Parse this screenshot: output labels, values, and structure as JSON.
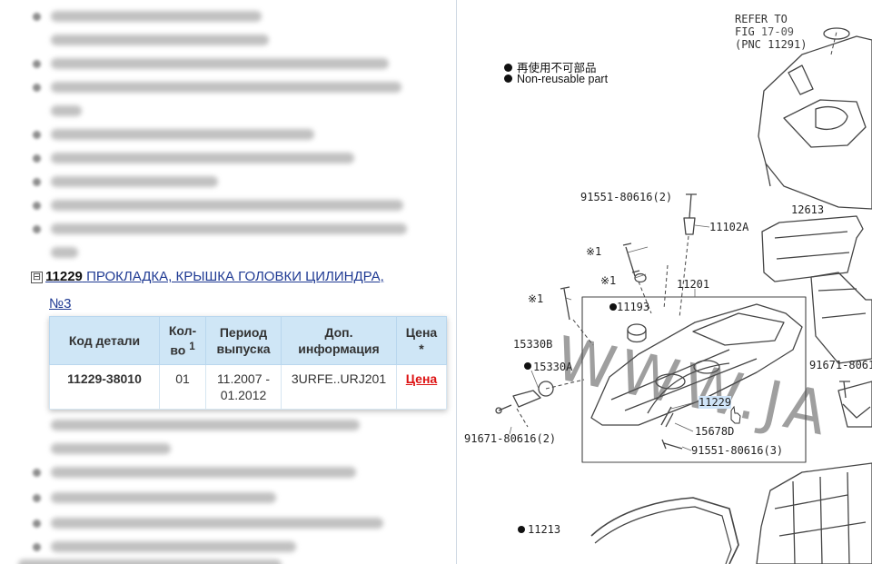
{
  "tree": {
    "toggle": "⊟",
    "part_number": "11229",
    "part_title": "ПРОКЛАДКА, КРЫШКА ГОЛОВКИ ЦИЛИНДРА,",
    "part_suffix": "№3"
  },
  "table": {
    "headers": [
      "Код детали",
      "Кол-во",
      "Период выпуска",
      "Доп. информация",
      "Цена *"
    ],
    "qty_sup": "1",
    "row": {
      "code": "11229-38010",
      "qty": "01",
      "period": "11.2007 - 01.2012",
      "info": "3URFE..URJ201",
      "price": "Цена"
    }
  },
  "diagram": {
    "refer_line1": "REFER TO",
    "refer_line2_prefix": "FIG ",
    "refer_line2_fig": "17-09",
    "refer_line3": "(PNC 11291)",
    "legend_jp": "再使用不可部品",
    "legend_en": "Non-reusable part",
    "labels": {
      "l91551a": "91551-80616(2)",
      "l11102A": "11102A",
      "l12613": "12613",
      "lstar1a": "※1",
      "lstar1b": "※1",
      "lstar1c": "※1",
      "l11201": "11201",
      "l11193": "11193",
      "l15330B": "15330B",
      "l15330A": "15330A",
      "l11229": "11229",
      "l15678D": "15678D",
      "l91551b": "91551-80616(3)",
      "l91671a": "91671-80616(2)",
      "l91671b": "91671-8061",
      "l11213": "11213"
    },
    "watermark": "WWW.JA"
  },
  "colors": {
    "price": "#dd1111",
    "table_header": "#cfe6f6",
    "highlight": "#cfe4f8"
  }
}
